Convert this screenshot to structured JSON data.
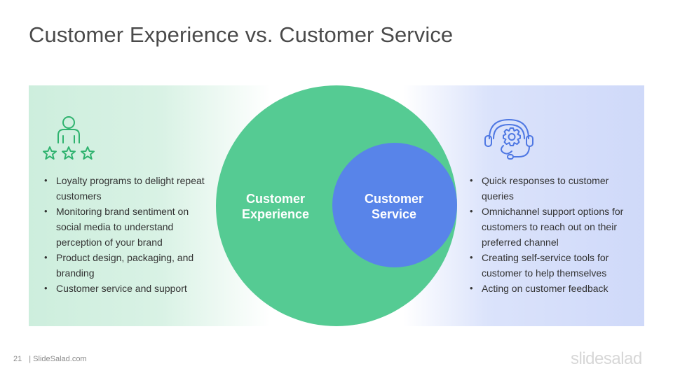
{
  "slide": {
    "title": "Customer Experience vs. Customer Service",
    "page_number": "21",
    "source": "| SlideSalad.com",
    "brand": "slidesalad"
  },
  "venn": {
    "outer_label": "Customer\nExperience",
    "inner_label": "Customer\nService",
    "outer_color": "#55cb93",
    "inner_color": "#5884e9"
  },
  "left_panel": {
    "icon": "customer-rating-icon",
    "items": [
      "Loyalty programs to delight repeat customers",
      "Monitoring brand sentiment on social media to understand perception of your brand",
      "Product design, packaging, and branding",
      "Customer service and support"
    ]
  },
  "right_panel": {
    "icon": "support-headset-icon",
    "items": [
      "Quick responses to customer queries",
      "Omnichannel support options for customers to reach out on their preferred channel",
      "Creating self-service tools for customer to help themselves",
      "Acting on customer feedback"
    ]
  }
}
